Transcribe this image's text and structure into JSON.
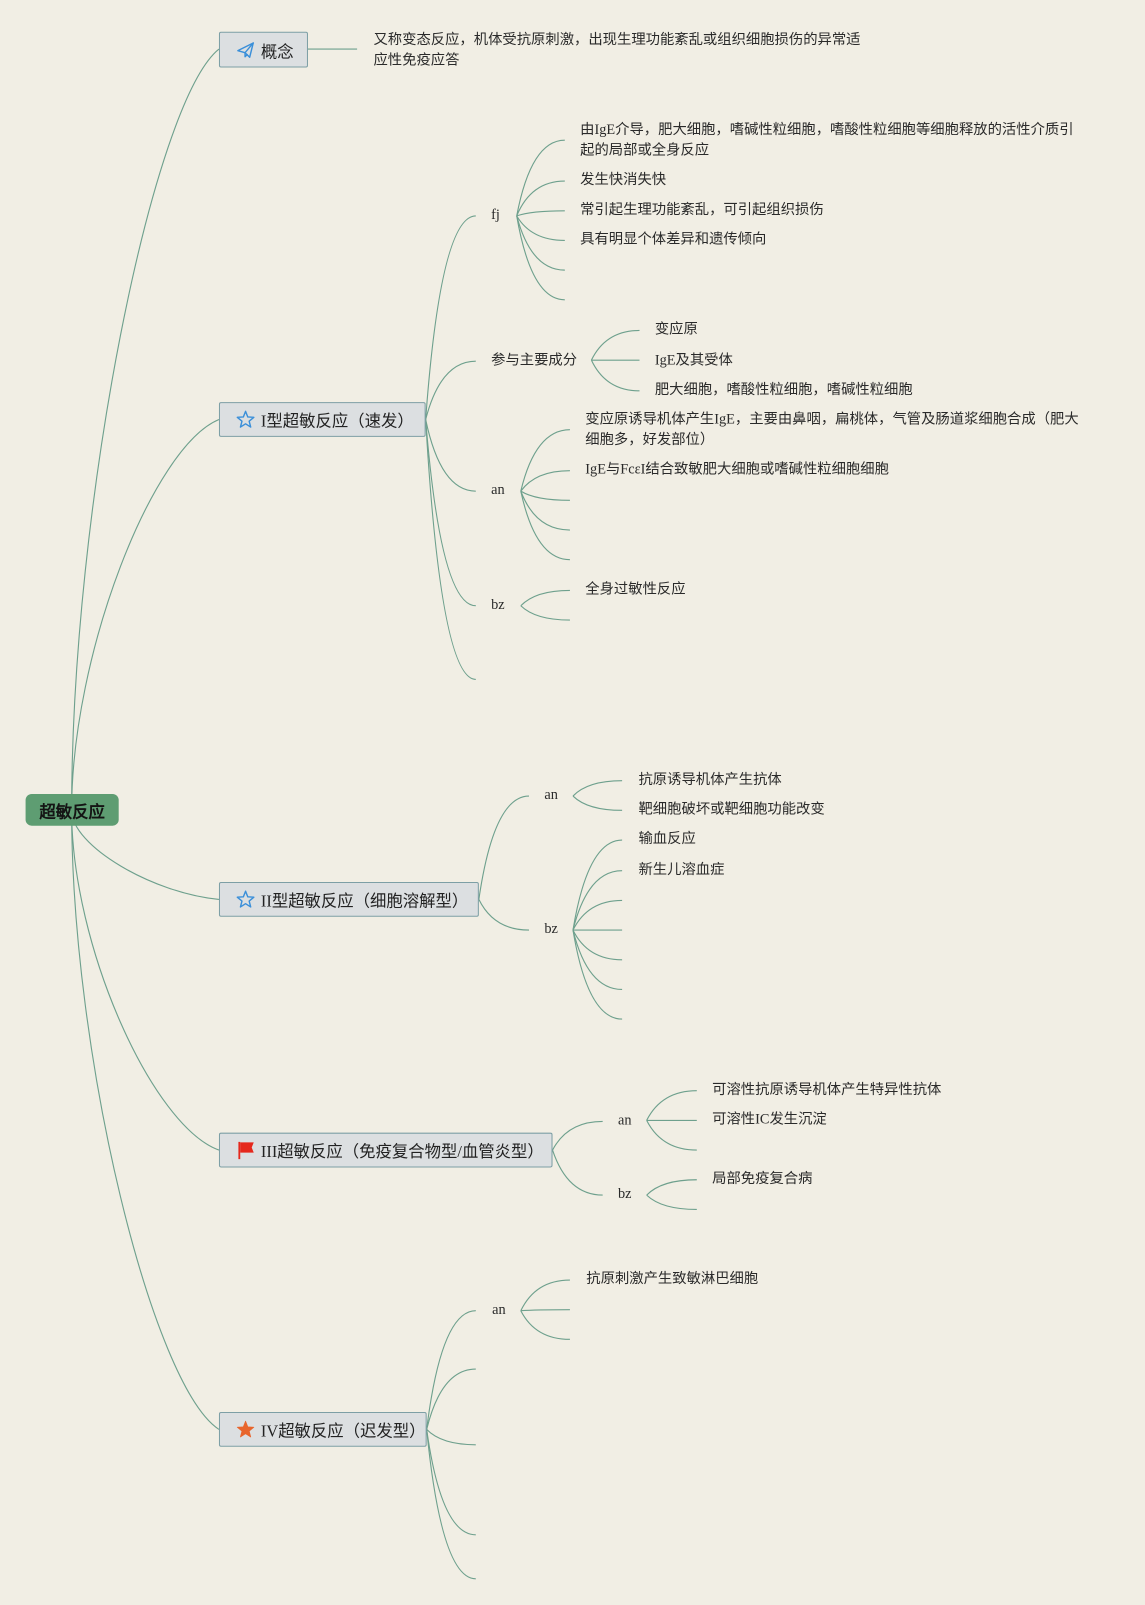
{
  "root": {
    "label": "超敏反应"
  },
  "colors": {
    "background": "#f1eee4",
    "connector": "#6ea08d",
    "root_fill": "#5e9d72",
    "topic_fill": "#dcdfe1",
    "topic_border": "#7d9fa5",
    "icon_blue": "#3a8fd9",
    "icon_red": "#e5281c",
    "icon_orange": "#e8652c"
  },
  "topics": [
    {
      "label": "概念",
      "icon": "paper-plane-icon",
      "note": "又称变态反应，机体受抗原刺激，出现生理功能紊乱或组织细胞损伤的异常适应性免疫应答"
    },
    {
      "label": "I型超敏反应（速发）",
      "icon": "star-outline-icon",
      "branches": [
        {
          "label": "fj",
          "items": [
            "由IgE介导，肥大细胞，嗜碱性粒细胞，嗜酸性粒细胞等细胞释放的活性介质引起的局部或全身反应",
            "发生快消失快",
            "常引起生理功能紊乱，可引起组织损伤",
            "具有明显个体差异和遗传倾向",
            "",
            ""
          ]
        },
        {
          "label": "参与主要成分",
          "items": [
            "变应原",
            "IgE及其受体",
            "肥大细胞，嗜酸性粒细胞，嗜碱性粒细胞"
          ]
        },
        {
          "label": "an",
          "items": [
            "变应原诱导机体产生IgE，主要由鼻咽，扁桃体，气管及肠道浆细胞合成（肥大细胞多，好发部位）",
            "IgE与FcεI结合致敏肥大细胞或嗜碱性粒细胞细胞",
            "",
            "",
            ""
          ]
        },
        {
          "label": "bz",
          "items": [
            "全身过敏性反应",
            ""
          ]
        },
        {
          "label": "",
          "items": []
        }
      ]
    },
    {
      "label": "II型超敏反应（细胞溶解型）",
      "icon": "star-outline-icon",
      "branches": [
        {
          "label": "an",
          "items": [
            "抗原诱导机体产生抗体",
            "靶细胞破坏或靶细胞功能改变"
          ]
        },
        {
          "label": "bz",
          "items": [
            "输血反应",
            "新生儿溶血症",
            "",
            "",
            "",
            "",
            ""
          ]
        }
      ]
    },
    {
      "label": "III超敏反应（免疫复合物型/血管炎型）",
      "icon": "red-flag-icon",
      "branches": [
        {
          "label": "an",
          "items": [
            "可溶性抗原诱导机体产生特异性抗体",
            "可溶性IC发生沉淀",
            ""
          ]
        },
        {
          "label": "bz",
          "items": [
            "局部免疫复合病",
            ""
          ]
        }
      ]
    },
    {
      "label": "IV超敏反应（迟发型）",
      "icon": "orange-star-icon",
      "branches": [
        {
          "label": "an",
          "items": [
            "抗原刺激产生致敏淋巴细胞",
            "",
            ""
          ]
        },
        {
          "label": "",
          "items": []
        },
        {
          "label": "",
          "items": []
        },
        {
          "label": "",
          "items": []
        },
        {
          "label": "",
          "items": []
        }
      ]
    }
  ]
}
